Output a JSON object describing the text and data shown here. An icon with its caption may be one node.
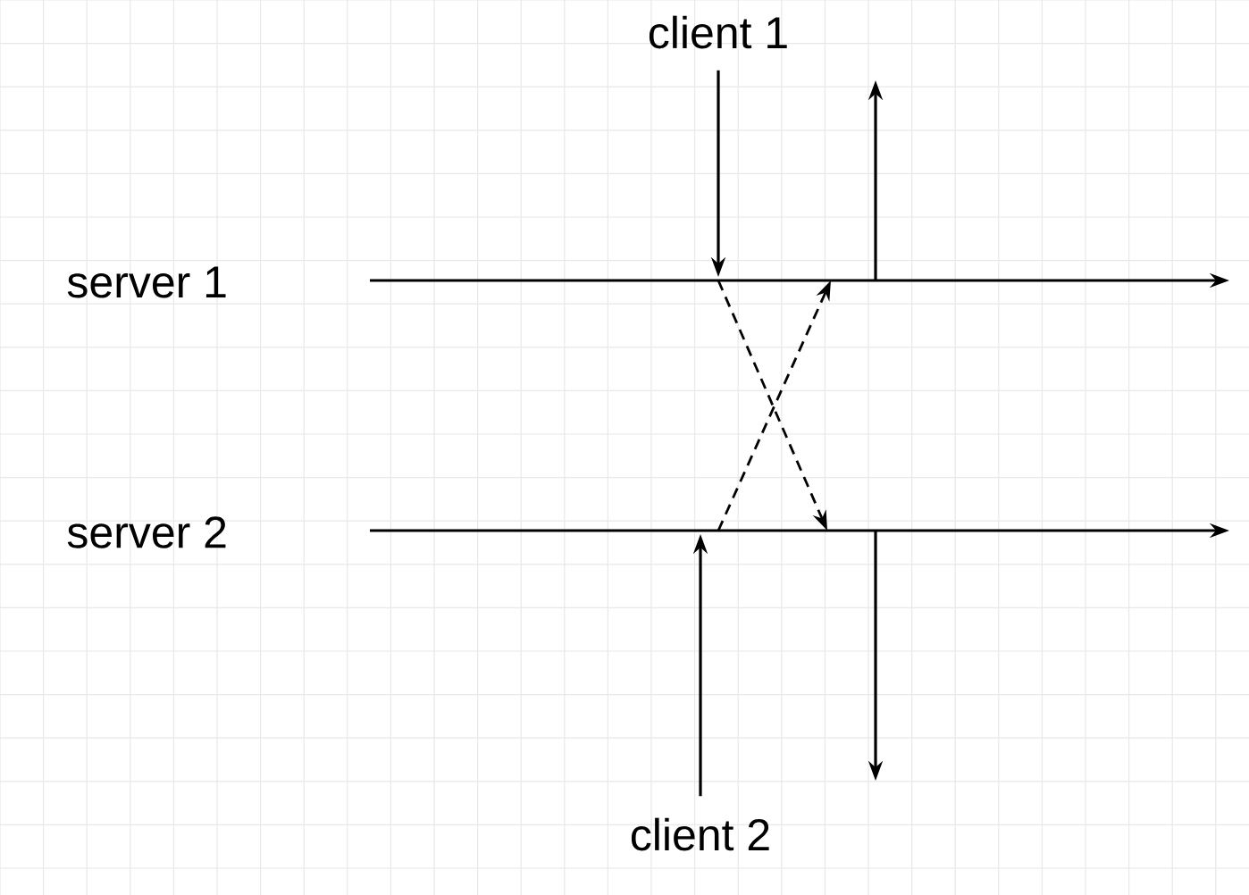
{
  "diagram": {
    "nodes": [
      {
        "text": [
          "client 1"
        ]
      },
      {
        "text": [
          "server 1"
        ]
      },
      {
        "text": [
          "server 2"
        ]
      },
      {
        "text": [
          "client 2"
        ]
      }
    ],
    "edges": [
      {
        "from": 0,
        "to": null,
        "arrow": "to"
      },
      {
        "from": 3,
        "to": null,
        "arrow": "to"
      }
    ]
  }
}
